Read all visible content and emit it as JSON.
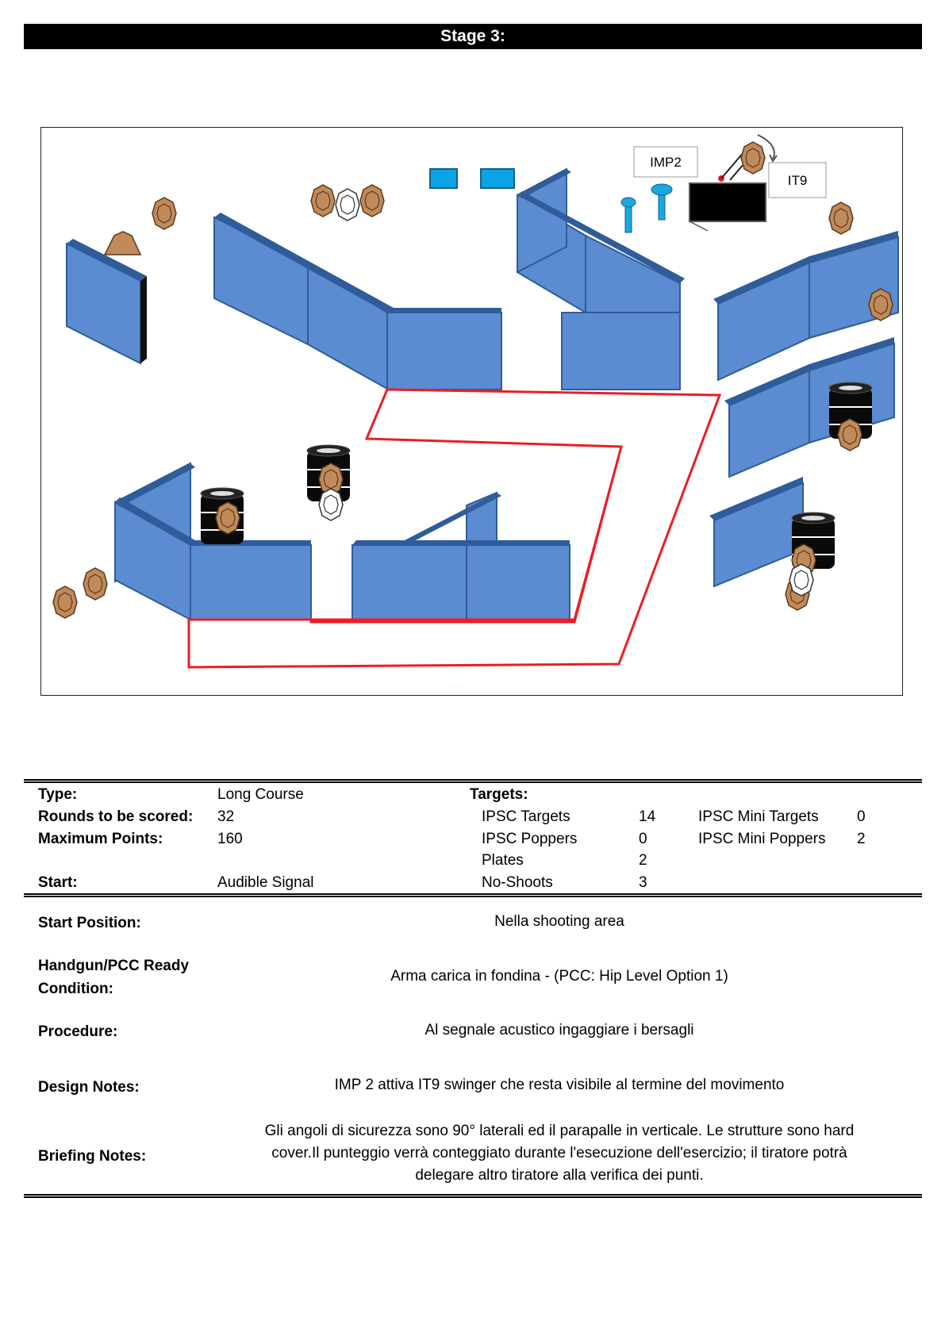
{
  "header": {
    "title": "Stage 3:"
  },
  "diagram": {
    "labels": {
      "imp2": "IMP2",
      "it9": "IT9"
    },
    "colors": {
      "wall": "#5b8bd0",
      "wall_top": "#2f5c9a",
      "route": "#ee1c24",
      "target": "#c08a5a",
      "no_shoot": "#ffffff",
      "popper": "#17a9e0",
      "plate": "#0aa3e6",
      "barrel": "#000000"
    }
  },
  "summary": {
    "type_label": "Type:",
    "type_value": "Long Course",
    "rounds_label": "Rounds to be scored:",
    "rounds_value": "32",
    "points_label": "Maximum Points:",
    "points_value": "160",
    "start_label": "Start:",
    "start_value": "Audible Signal",
    "targets_label": "Targets:",
    "targets": [
      {
        "name": "IPSC Targets",
        "count": "14"
      },
      {
        "name": "IPSC Poppers",
        "count": "0"
      },
      {
        "name": "Plates",
        "count": "2"
      },
      {
        "name": "No-Shoots",
        "count": "3"
      }
    ],
    "mini_targets": [
      {
        "name": "IPSC Mini Targets",
        "count": "0"
      },
      {
        "name": "IPSC Mini Poppers",
        "count": "2"
      }
    ]
  },
  "details": {
    "start_position_label": "Start Position:",
    "start_position_value": "Nella shooting area",
    "ready_label_1": "Handgun/PCC Ready",
    "ready_label_2": "Condition:",
    "ready_value": "Arma carica in fondina - (PCC: Hip Level Option 1)",
    "procedure_label": "Procedure:",
    "procedure_value": "Al segnale acustico ingaggiare i bersagli",
    "design_label": "Design Notes:",
    "design_value": "IMP 2 attiva IT9 swinger che resta visibile al termine del movimento",
    "briefing_label": "Briefing Notes:",
    "briefing_line_1": "Gli angoli di sicurezza sono 90° laterali ed il parapalle in verticale. Le strutture sono hard",
    "briefing_line_2": "cover.Il punteggio verrà conteggiato durante l'esecuzione dell'esercizio; il tiratore potrà",
    "briefing_line_3": "delegare altro tiratore alla verifica  dei punti."
  }
}
